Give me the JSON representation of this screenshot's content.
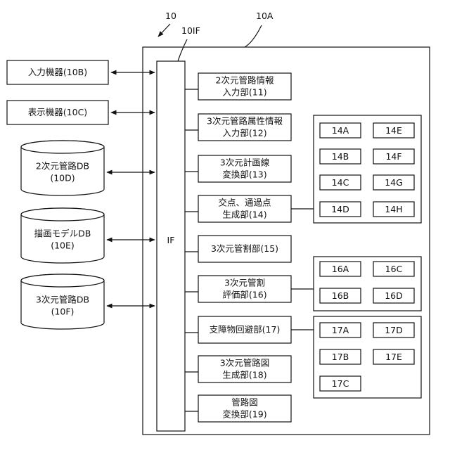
{
  "labels": {
    "ref_system": "10",
    "ref_device": "10A",
    "ref_if": "10IF",
    "if_label": "IF"
  },
  "external": [
    {
      "id": "ext-input",
      "lines": [
        "入力機器(10B)"
      ],
      "shape": "box"
    },
    {
      "id": "ext-display",
      "lines": [
        "表示機器(10C)"
      ],
      "shape": "box"
    },
    {
      "id": "db-2d",
      "lines": [
        "2次元管路DB",
        "(10D)"
      ],
      "shape": "cylinder"
    },
    {
      "id": "db-model",
      "lines": [
        "描画モデルDB",
        "(10E)"
      ],
      "shape": "cylinder"
    },
    {
      "id": "db-3d",
      "lines": [
        "3次元管路DB",
        "(10F)"
      ],
      "shape": "cylinder"
    }
  ],
  "units": [
    {
      "id": "unit-11",
      "lines": [
        "2次元管路情報",
        "入力部(11)"
      ]
    },
    {
      "id": "unit-12",
      "lines": [
        "3次元管路属性情報",
        "入力部(12)"
      ]
    },
    {
      "id": "unit-13",
      "lines": [
        "3次元計画線",
        "変換部(13)"
      ]
    },
    {
      "id": "unit-14",
      "lines": [
        "交点、通過点",
        "生成部(14)"
      ]
    },
    {
      "id": "unit-15",
      "lines": [
        "3次元管割部(15)"
      ]
    },
    {
      "id": "unit-16",
      "lines": [
        "3次元管割",
        "評価部(16)"
      ]
    },
    {
      "id": "unit-17",
      "lines": [
        "支障物回避部(17)"
      ]
    },
    {
      "id": "unit-18",
      "lines": [
        "3次元管路図",
        "生成部(18)"
      ]
    },
    {
      "id": "unit-19",
      "lines": [
        "管路図",
        "変換部(19)"
      ]
    }
  ],
  "groups": [
    {
      "id": "group-14",
      "items": [
        "14A",
        "14E",
        "14B",
        "14F",
        "14C",
        "14G",
        "14D",
        "14H"
      ]
    },
    {
      "id": "group-16",
      "items": [
        "16A",
        "16C",
        "16B",
        "16D"
      ]
    },
    {
      "id": "group-17",
      "items": [
        "17A",
        "17D",
        "17B",
        "17E",
        "17C"
      ]
    }
  ]
}
